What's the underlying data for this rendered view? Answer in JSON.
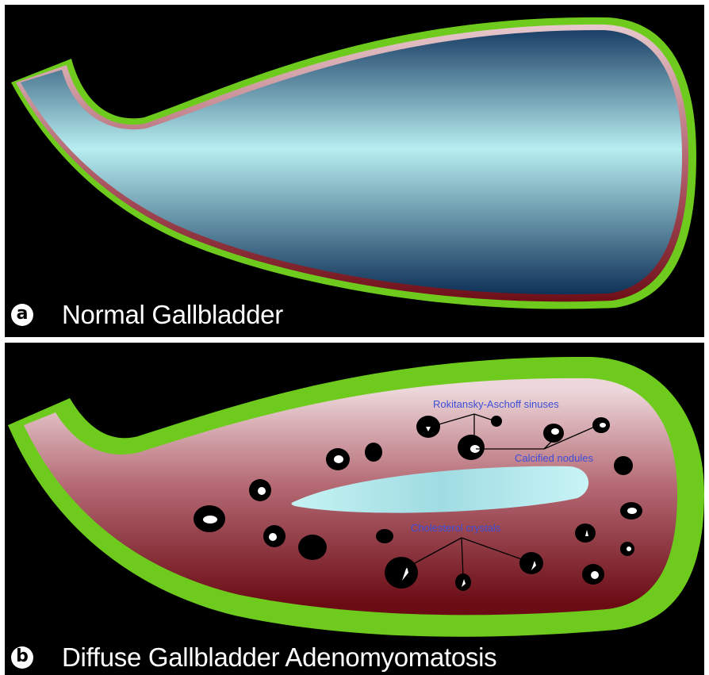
{
  "panels": [
    {
      "id": "a",
      "badge": "a",
      "caption": "Normal Gallbladder"
    },
    {
      "id": "b",
      "badge": "b",
      "caption": "Diffuse Gallbladder Adenomyomatosis"
    }
  ],
  "annotations": {
    "sinuses": "Rokitansky-Aschoff sinuses",
    "calcified": "Calcified nodules",
    "crystals": "Cholesterol crystals"
  },
  "colors": {
    "background": "#000000",
    "serosa": "#6ecb1e",
    "mucosa_light": "#e9d2d6",
    "mucosa_dark": "#6e0f18",
    "lumen_light": "#b7eef0",
    "lumen_dark": "#0f3158",
    "annotation_text": "#3d4ed8"
  }
}
